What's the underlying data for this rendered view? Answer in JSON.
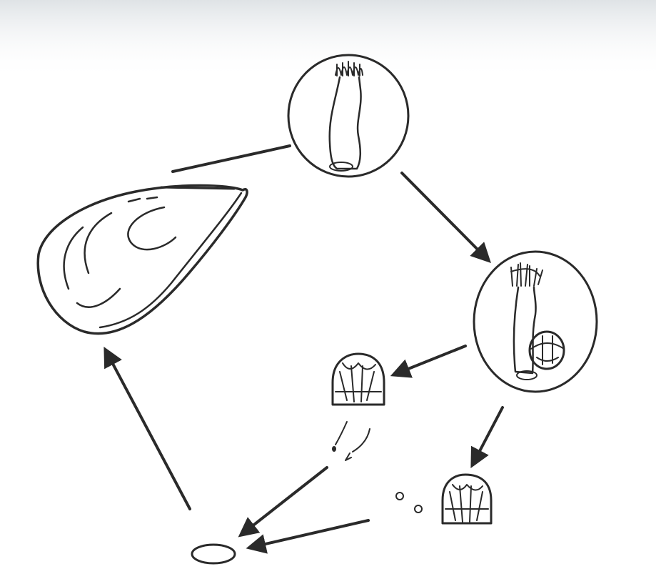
{
  "diagram": {
    "kind": "life-cycle",
    "labels": [],
    "colors": {
      "ink": "#2a2a2a",
      "paper": "#ffffff",
      "shade": "#e9ecef"
    },
    "stages": [
      {
        "id": "polyp",
        "icon": "polyp-in-circle-icon"
      },
      {
        "id": "budding-polyp",
        "icon": "budding-polyp-in-circle-icon"
      },
      {
        "id": "medusa-1",
        "icon": "medusa-icon"
      },
      {
        "id": "medusa-2",
        "icon": "medusa-icon"
      },
      {
        "id": "gametes",
        "icon": "gametes-icon"
      },
      {
        "id": "larva",
        "icon": "larva-icon"
      },
      {
        "id": "mussel",
        "icon": "mussel-shell-icon"
      }
    ]
  }
}
